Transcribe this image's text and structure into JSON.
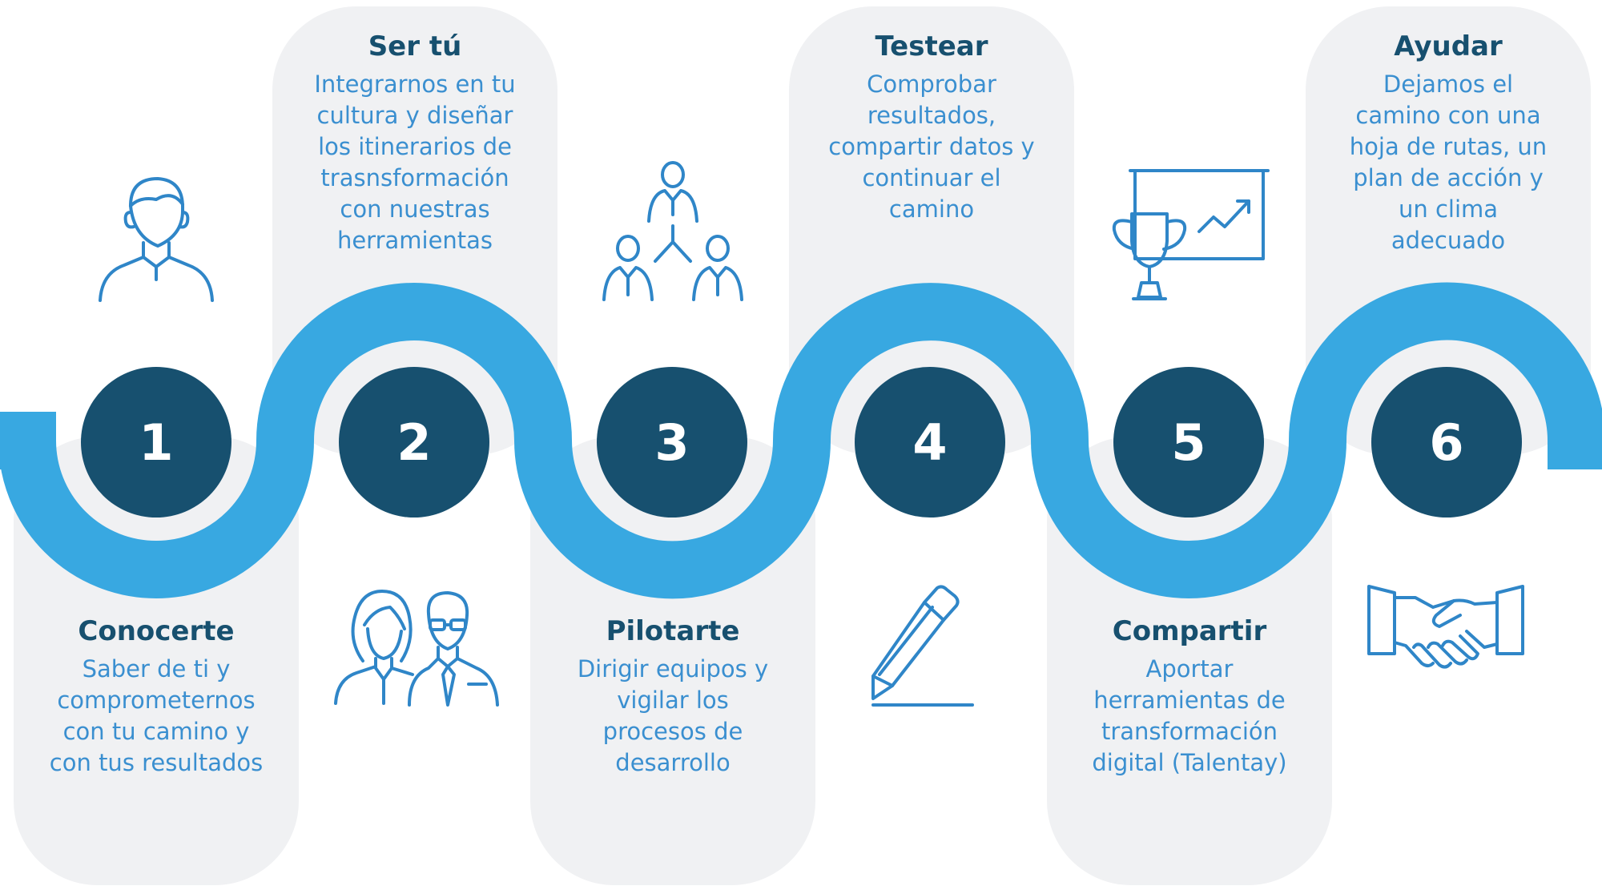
{
  "colors": {
    "panel": "#f0f1f3",
    "wave": "#38a8e1",
    "circle": "#17506f",
    "title": "#17506f",
    "text": "#3a8fd0",
    "icon": "#2f86c8"
  },
  "steps": [
    {
      "number": "1",
      "title": "Conocerte",
      "description": [
        "Saber de ti y",
        "comprometernos",
        "con tu camino y",
        "con tus resultados"
      ],
      "icon": "person-icon"
    },
    {
      "number": "2",
      "title": "Ser tú",
      "description": [
        "Integrarnos en tu",
        "cultura y diseñar",
        "los itinerarios de",
        "trasnsformación",
        "con nuestras",
        "herramientas"
      ],
      "icon": "team-pair-icon"
    },
    {
      "number": "3",
      "title": "Pilotarte",
      "description": [
        "Dirigir equipos y",
        "vigilar los",
        "procesos de",
        "desarrollo"
      ],
      "icon": "hierarchy-icon"
    },
    {
      "number": "4",
      "title": "Testear",
      "description": [
        "Comprobar",
        "resultados,",
        "compartir datos y",
        "continuar el",
        "camino"
      ],
      "icon": "pencil-icon"
    },
    {
      "number": "5",
      "title": "Compartir",
      "description": [
        "Aportar",
        "herramientas de",
        "transformación",
        "digital (Talentay)"
      ],
      "icon": "trophy-chart-icon"
    },
    {
      "number": "6",
      "title": "Ayudar",
      "description": [
        "Dejamos el",
        "camino con una",
        "hoja de rutas, un",
        "plan de acción y",
        "un clima",
        "adecuado"
      ],
      "icon": "handshake-icon"
    }
  ]
}
